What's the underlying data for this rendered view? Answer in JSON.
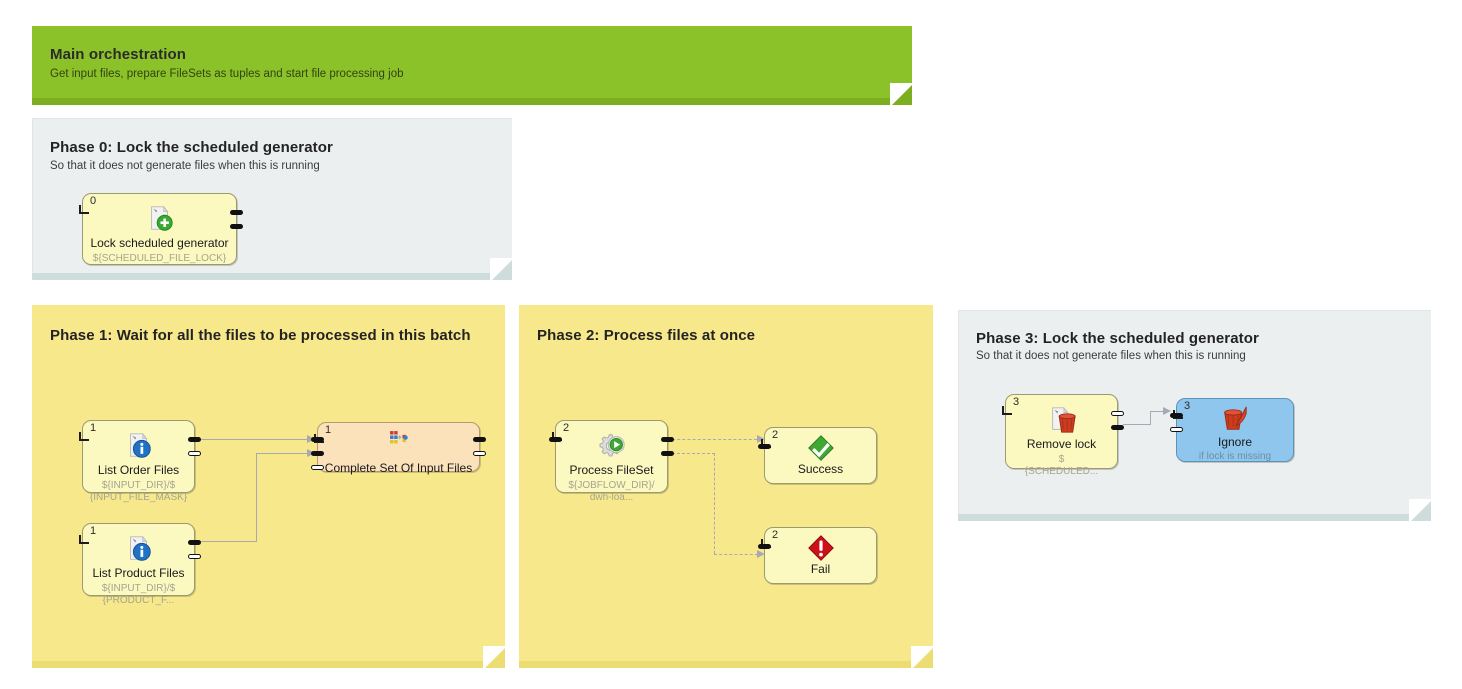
{
  "diagram": {
    "header": {
      "title": "Main orchestration",
      "subtitle": "Get input files, prepare FileSets as tuples and start file processing job",
      "color": "#8cc229"
    },
    "phases": [
      {
        "id": "phase-0",
        "title": "Phase 0: Lock the scheduled generator",
        "subtitle": "So that it does not generate files when this is running",
        "color": "#eceff0"
      },
      {
        "id": "phase-1",
        "title": "Phase 1: Wait for all the files to be processed in this batch",
        "subtitle": "",
        "color": "#f7e98b"
      },
      {
        "id": "phase-2",
        "title": "Phase 2: Process files at once",
        "subtitle": "",
        "color": "#f7e98b"
      },
      {
        "id": "phase-3",
        "title": "Phase 3: Lock the scheduled generator",
        "subtitle": "So that it does not generate files when this is running",
        "color": "#eceff0"
      }
    ],
    "nodes": [
      {
        "id": "lock-scheduled-generator",
        "index": "0",
        "title": "Lock scheduled generator",
        "sub1": "${SCHEDULED_FILE_LOCK}",
        "sub2": "",
        "icon": "document-add-icon",
        "style": "yellow"
      },
      {
        "id": "list-order-files",
        "index": "1",
        "title": "List Order Files",
        "sub1": "${INPUT_DIR}/$",
        "sub2": "{INPUT_FILE_MASK}",
        "icon": "document-info-icon",
        "style": "yellow"
      },
      {
        "id": "list-product-files",
        "index": "1",
        "title": "List Product Files",
        "sub1": "${INPUT_DIR}/$",
        "sub2": "{PRODUCT_F...",
        "icon": "document-info-icon",
        "style": "yellow"
      },
      {
        "id": "complete-set-of-input-files",
        "index": "1",
        "title": "Complete Set Of Input Files",
        "sub1": "",
        "sub2": "",
        "icon": "tuple-grid-icon",
        "style": "tan"
      },
      {
        "id": "process-fileset",
        "index": "2",
        "title": "Process FileSet",
        "sub1": "${JOBFLOW_DIR}/",
        "sub2": "dwh-loa...",
        "icon": "gear-play-icon",
        "style": "yellow"
      },
      {
        "id": "success",
        "index": "2",
        "title": "Success",
        "sub1": "",
        "sub2": "",
        "icon": "green-check-diamond-icon",
        "style": "yellow"
      },
      {
        "id": "fail",
        "index": "2",
        "title": "Fail",
        "sub1": "",
        "sub2": "",
        "icon": "red-exclamation-diamond-icon",
        "style": "yellow"
      },
      {
        "id": "remove-lock",
        "index": "3",
        "title": "Remove lock",
        "sub1": "$",
        "sub2": "{SCHEDULED...",
        "icon": "document-trash-icon",
        "style": "yellow"
      },
      {
        "id": "ignore",
        "index": "3",
        "title": "Ignore",
        "sub1": "if lock is missing",
        "sub2": "",
        "icon": "trash-feather-icon",
        "style": "blue"
      }
    ]
  }
}
